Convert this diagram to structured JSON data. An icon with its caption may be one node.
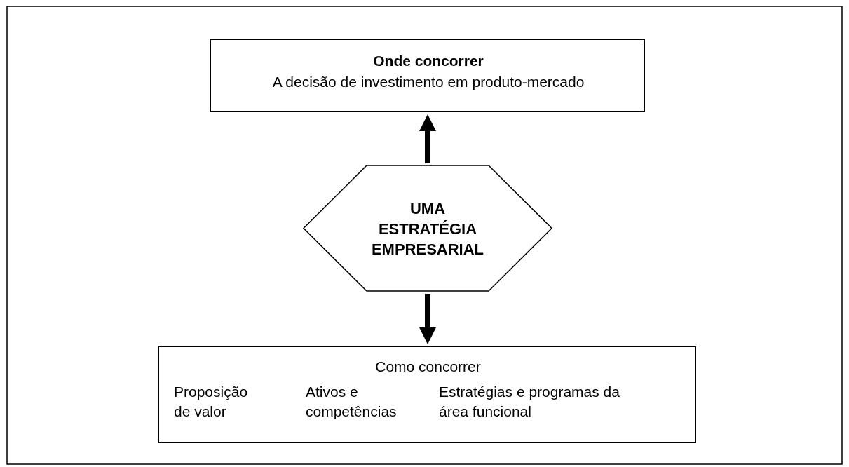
{
  "diagram": {
    "nodes": [
      {
        "text": [
          "Onde concorrer",
          "A decisão de investimento em produto-mercado"
        ]
      },
      {
        "text": [
          "UMA ESTRATÉGIA EMPRESARIAL"
        ]
      },
      {
        "text": [
          "Como concorrer",
          "Proposição de valor",
          "Ativos e competências",
          "Estratégias e programas da área funcional"
        ]
      }
    ],
    "edges": [
      {
        "from": 1,
        "to": 0,
        "arrow": "to"
      },
      {
        "from": 1,
        "to": 2,
        "arrow": "to"
      }
    ]
  }
}
